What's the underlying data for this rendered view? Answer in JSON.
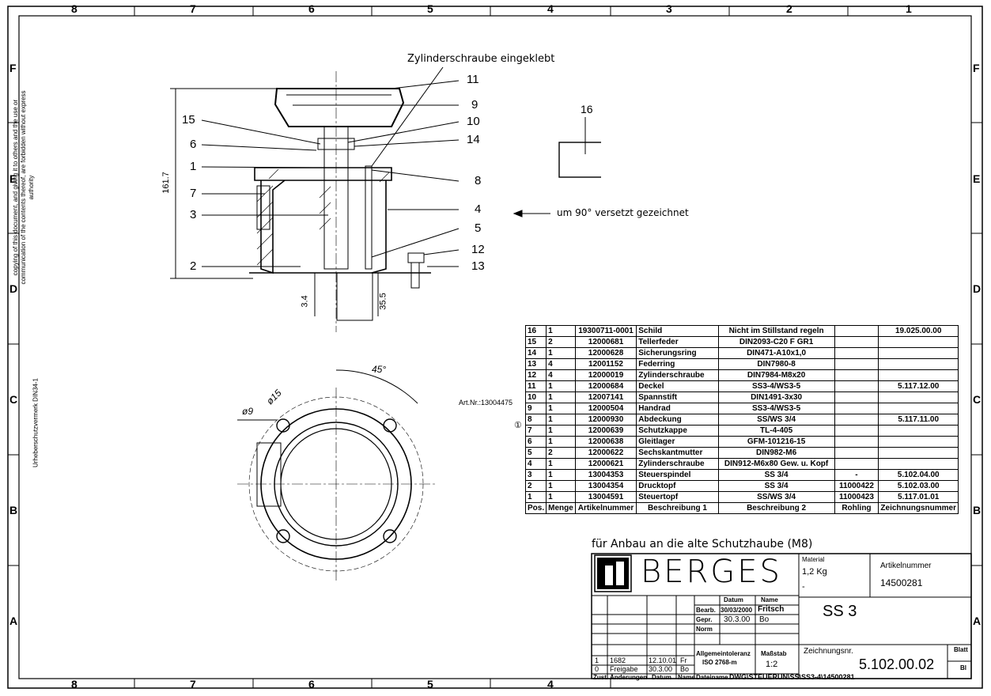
{
  "frame": {
    "columns": [
      "8",
      "7",
      "6",
      "5",
      "4",
      "3",
      "2",
      "1"
    ],
    "rows": [
      "F",
      "E",
      "D",
      "C",
      "B",
      "A"
    ]
  },
  "side_notes": {
    "copyright": "copying of this document, and giving it to others and the use or communication of the contents thereof, are forbidden without express authority",
    "protection": "Urheberschutzvermerk DIN34-1"
  },
  "drawing": {
    "top_annotation": "Zylinderschraube eingeklebt",
    "rotated_note": "um 90° versetzt gezeichnet",
    "dim_height": "161.7",
    "dim_34": "3.4",
    "dim_355": "35.5",
    "dim_angle": "45°",
    "dim_15": "ø15",
    "dim_9": "ø9",
    "detail_label": "16",
    "callouts_left": [
      "15",
      "6",
      "1",
      "7",
      "3",
      "2"
    ],
    "callouts_right": [
      "11",
      "9",
      "10",
      "14",
      "8",
      "4",
      "5",
      "12",
      "13"
    ]
  },
  "parts_table": {
    "header": [
      "Pos.",
      "Menge",
      "Artikelnummer",
      "Beschreibung 1",
      "Beschreibung 2",
      "Rohling",
      "Zeichnungsnummer"
    ],
    "art_nr_note": "Art.Nr.:13004475",
    "circle_note": "①",
    "rows": [
      [
        "16",
        "1",
        "19300711-0001",
        "Schild",
        "Nicht im Stillstand regeln",
        "",
        "19.025.00.00"
      ],
      [
        "15",
        "2",
        "12000681",
        "Tellerfeder",
        "DIN2093-C20 F GR1",
        "",
        ""
      ],
      [
        "14",
        "1",
        "12000628",
        "Sicherungsring",
        "DIN471-A10x1,0",
        "",
        ""
      ],
      [
        "13",
        "4",
        "12001152",
        "Federring",
        "DIN7980-8",
        "",
        ""
      ],
      [
        "12",
        "4",
        "12000019",
        "Zylinderschraube",
        "DIN7984-M8x20",
        "",
        ""
      ],
      [
        "11",
        "1",
        "12000684",
        "Deckel",
        "SS3-4/WS3-5",
        "",
        "5.117.12.00"
      ],
      [
        "10",
        "1",
        "12007141",
        "Spannstift",
        "DIN1491-3x30",
        "",
        ""
      ],
      [
        "9",
        "1",
        "12000504",
        "Handrad",
        "SS3-4/WS3-5",
        "",
        ""
      ],
      [
        "8",
        "1",
        "12000930",
        "Abdeckung",
        "SS/WS 3/4",
        "",
        "5.117.11.00"
      ],
      [
        "7",
        "1",
        "12000639",
        "Schutzkappe",
        "TL-4-405",
        "",
        ""
      ],
      [
        "6",
        "1",
        "12000638",
        "Gleitlager",
        "GFM-101216-15",
        "",
        ""
      ],
      [
        "5",
        "2",
        "12000622",
        "Sechskantmutter",
        "DIN982-M6",
        "",
        ""
      ],
      [
        "4",
        "1",
        "12000621",
        "Zylinderschraube",
        "DIN912-M6x80 Gew. u. Kopf",
        "",
        ""
      ],
      [
        "3",
        "1",
        "13004353",
        "Steuerspindel",
        "SS 3/4",
        "-",
        "5.102.04.00"
      ],
      [
        "2",
        "1",
        "13004354",
        "Drucktopf",
        "SS 3/4",
        "11000422",
        "5.102.03.00"
      ],
      [
        "1",
        "1",
        "13004591",
        "Steuertopf",
        "SS/WS 3/4",
        "11000423",
        "5.117.01.01"
      ]
    ]
  },
  "note_below_table": "für Anbau an die alte Schutzhaube (M8)",
  "title_block": {
    "company": "BERGES",
    "material_label": "Material",
    "material_value": "1,2 Kg",
    "material_dash": "-",
    "artikel_label": "Artikelnummer",
    "artikel_value": "14500281",
    "datum_label": "Datum",
    "name_label": "Name",
    "bearb_label": "Bearb.",
    "bearb_date": "30/03/2000",
    "bearb_name": "Fritsch",
    "gepr_label": "Gepr.",
    "gepr_date": "30.3.00",
    "gepr_name": "Bo",
    "norm_label": "Norm",
    "title": "SS 3",
    "toleranz_label": "Allgemeintoleranz",
    "toleranz_value": "ISO 2768-m",
    "massstab_label": "Maßstab",
    "massstab_value": "1:2",
    "zeichnungsnr_label": "Zeichnungsnr.",
    "zeichnungsnr_value": "5.102.00.02",
    "blatt_label": "Blatt",
    "blatt_value": "Bl",
    "rev1": [
      "1",
      "1682",
      "12.10.01",
      "Fr"
    ],
    "rev0": [
      "0",
      "Freigabe",
      "30.3.00",
      "Bo"
    ],
    "zust_label": "Zust.",
    "aenderungen_label": "Änderungen",
    "datum2_label": "Datum",
    "name2_label": "Name",
    "dateiname_label": "Dateiname",
    "dateiname_value": "DWG\\STEUERUN\\SS\\SS3-4\\14500281"
  }
}
